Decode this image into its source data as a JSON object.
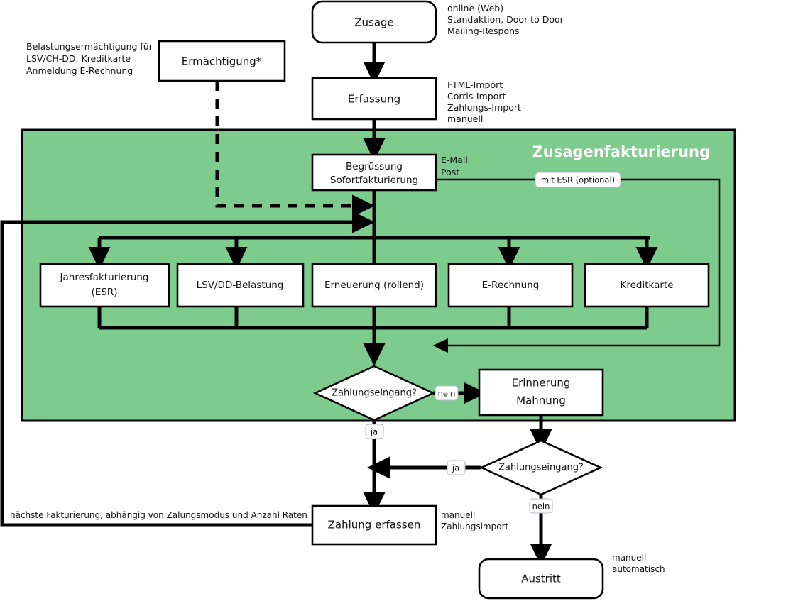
{
  "diagram": {
    "title_panel": "Zusagenfakturierung",
    "panel_color": "#7ecb8e",
    "line_color": "#000000",
    "node_fill": "#ffffff"
  },
  "nodes": {
    "zusage": "Zusage",
    "erfassung": "Erfassung",
    "ermaechtigung": "Ermächtigung*",
    "begruessung_l1": "Begrüssung",
    "begruessung_l2": "Sofortfakturierung",
    "jahres_l1": "Jahresfakturierung",
    "jahres_l2": "(ESR)",
    "lsv": "LSV/DD-Belastung",
    "erneuerung": "Erneuerung (rollend)",
    "erechnung": "E-Rechnung",
    "kreditkarte": "Kreditkarte",
    "decision1": "Zahlungseingang?",
    "erinnerung_l1": "Erinnerung",
    "erinnerung_l2": "Mahnung",
    "decision2": "Zahlungseingang?",
    "zahlung": "Zahlung erfassen",
    "austritt": "Austritt"
  },
  "edge_labels": {
    "mit_esr": "mit ESR (optional)",
    "nein1": "nein",
    "ja1": "ja",
    "ja2": "ja",
    "nein2": "nein"
  },
  "annotations": {
    "ermaechtigung_note_l1": "Belastungsermächtigung für",
    "ermaechtigung_note_l2": "LSV/CH-DD, Kreditkarte",
    "ermaechtigung_note_l3": "Anmeldung E-Rechnung",
    "zusage_note_l1": "online (Web)",
    "zusage_note_l2": "Standaktion, Door to Door",
    "zusage_note_l3": "Mailing-Respons",
    "erfassung_note_l1": "FTML-Import",
    "erfassung_note_l2": "Corris-Import",
    "erfassung_note_l3": "Zahlungs-Import",
    "erfassung_note_l4": "manuell",
    "begruessung_note_l1": "E-Mail",
    "begruessung_note_l2": "Post",
    "zahlung_note_l1": "manuell",
    "zahlung_note_l2": "Zahlungsimport",
    "austritt_note_l1": "manuell",
    "austritt_note_l2": "automatisch",
    "loop_note": "nächste Fakturierung, abhängig von Zalungsmodus und Anzahl Raten"
  }
}
